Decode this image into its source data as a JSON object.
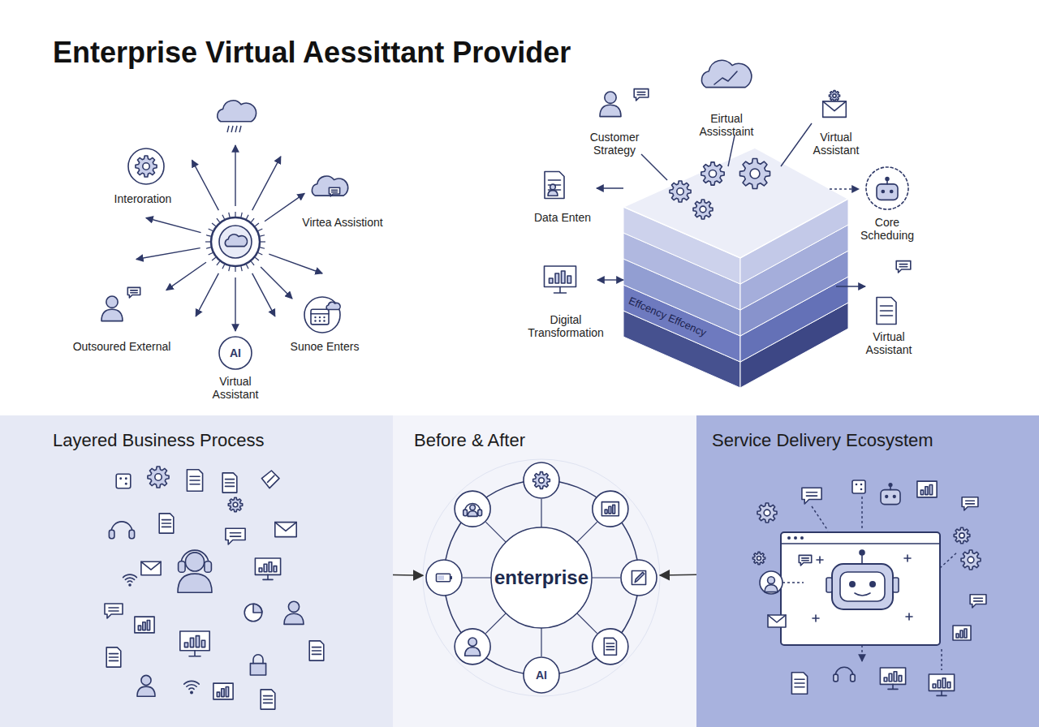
{
  "diagram": {
    "title": "Enterprise Virtual Aessittant Provider",
    "nodes": [
      {
        "text": [
          "Effcency Effcency"
        ]
      },
      {
        "text": [
          "Layered Business Process"
        ]
      },
      {
        "text": [
          "Before & After"
        ]
      },
      {
        "text": [
          "enterprise"
        ],
        "in": 2
      },
      {
        "text": [
          "Service Delivery Ecosystem"
        ]
      }
    ],
    "edges": [
      {
        "from": 1,
        "to": 3,
        "arrow": "to"
      },
      {
        "from": 4,
        "to": 3,
        "arrow": "to"
      }
    ],
    "labels": [
      "Interoration",
      "Virtea Assistiont",
      "AI",
      "Virtual Assistant",
      "Outsoured External",
      "Sunoe Enters",
      "Customer Strategy",
      "Eirtual Assisstaint",
      "Virtual Assistant",
      "Data Enten",
      "Core Scheduing",
      "Digital Transformation",
      "Virtual Assistant",
      "AI"
    ]
  }
}
